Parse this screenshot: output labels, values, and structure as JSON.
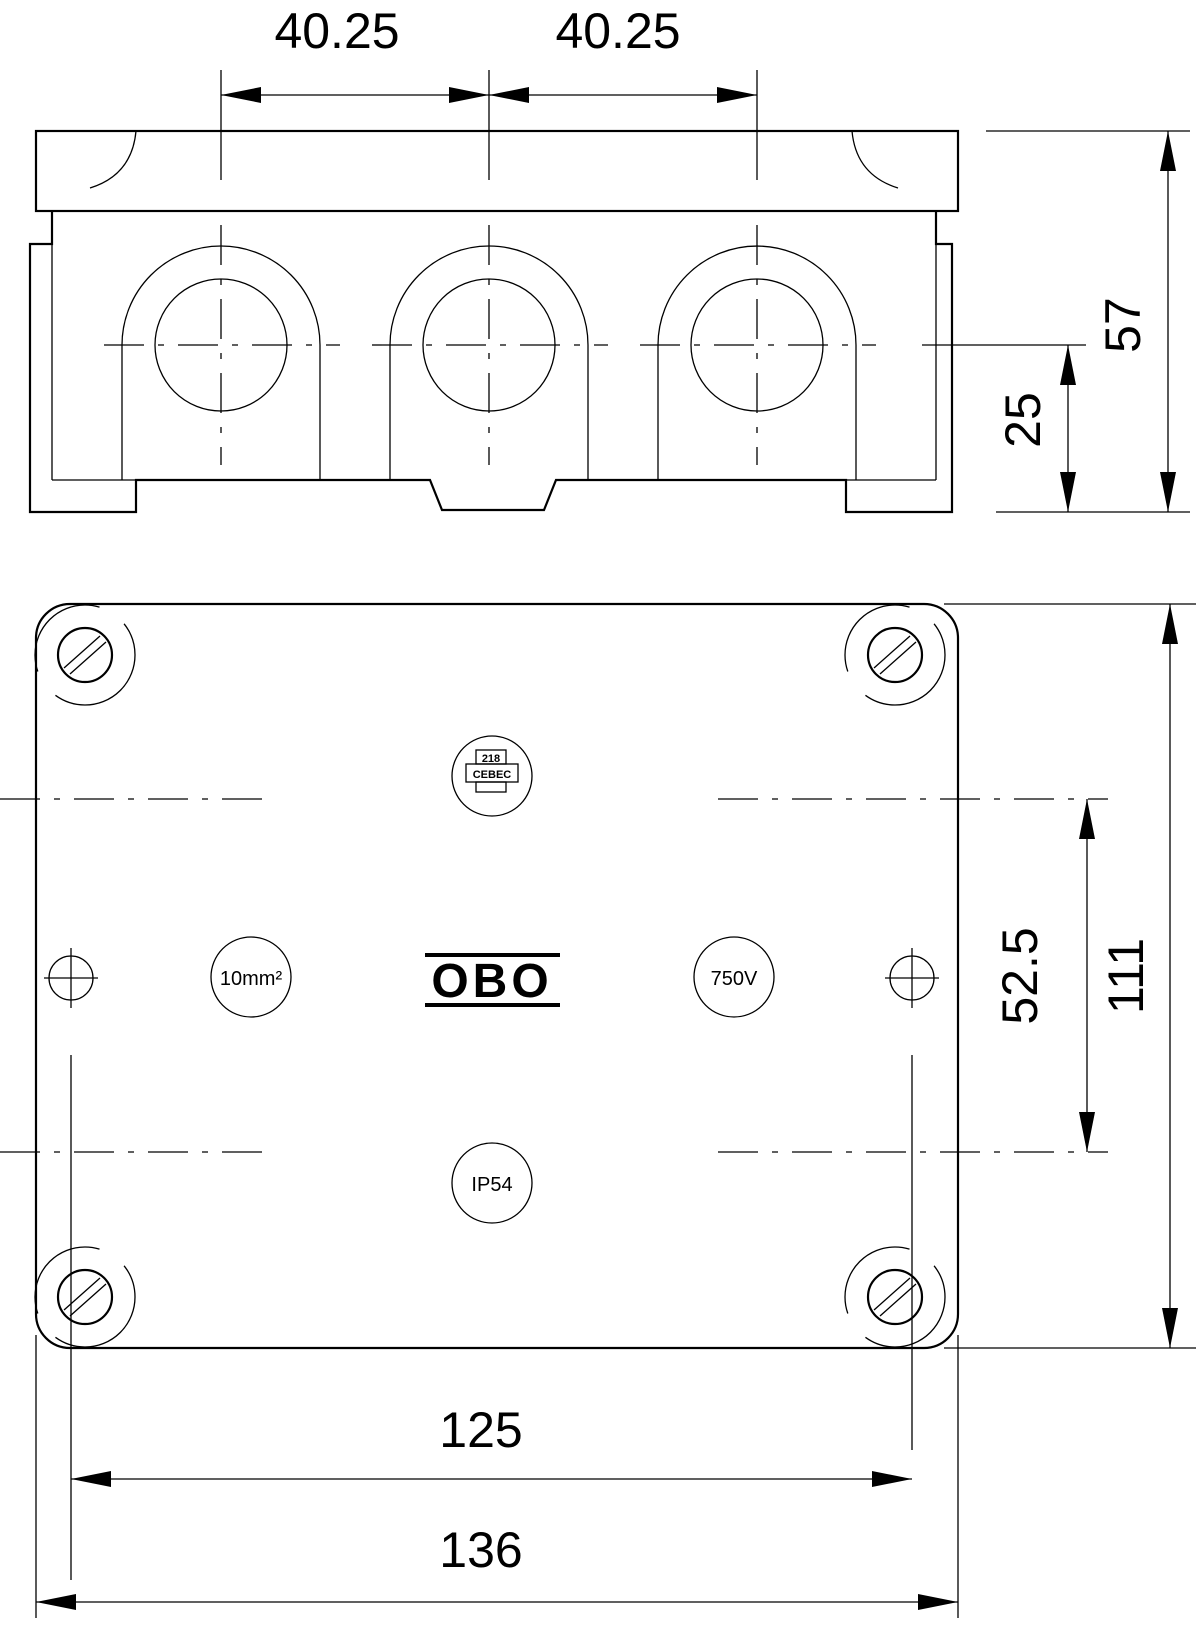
{
  "front_view": {
    "dim_spacing_left": "40.25",
    "dim_spacing_right": "40.25",
    "dim_height_total": "57",
    "dim_height_entry": "25"
  },
  "top_view": {
    "dim_height": "111",
    "dim_mount_spacing": "52.5",
    "dim_width_inner": "125",
    "dim_width_outer": "136",
    "label_cross_section": "10mm²",
    "label_brand": "OBO",
    "label_voltage": "750V",
    "label_protection": "IP54",
    "label_cert_top": "218",
    "label_cert_bottom": "CEBEC"
  }
}
